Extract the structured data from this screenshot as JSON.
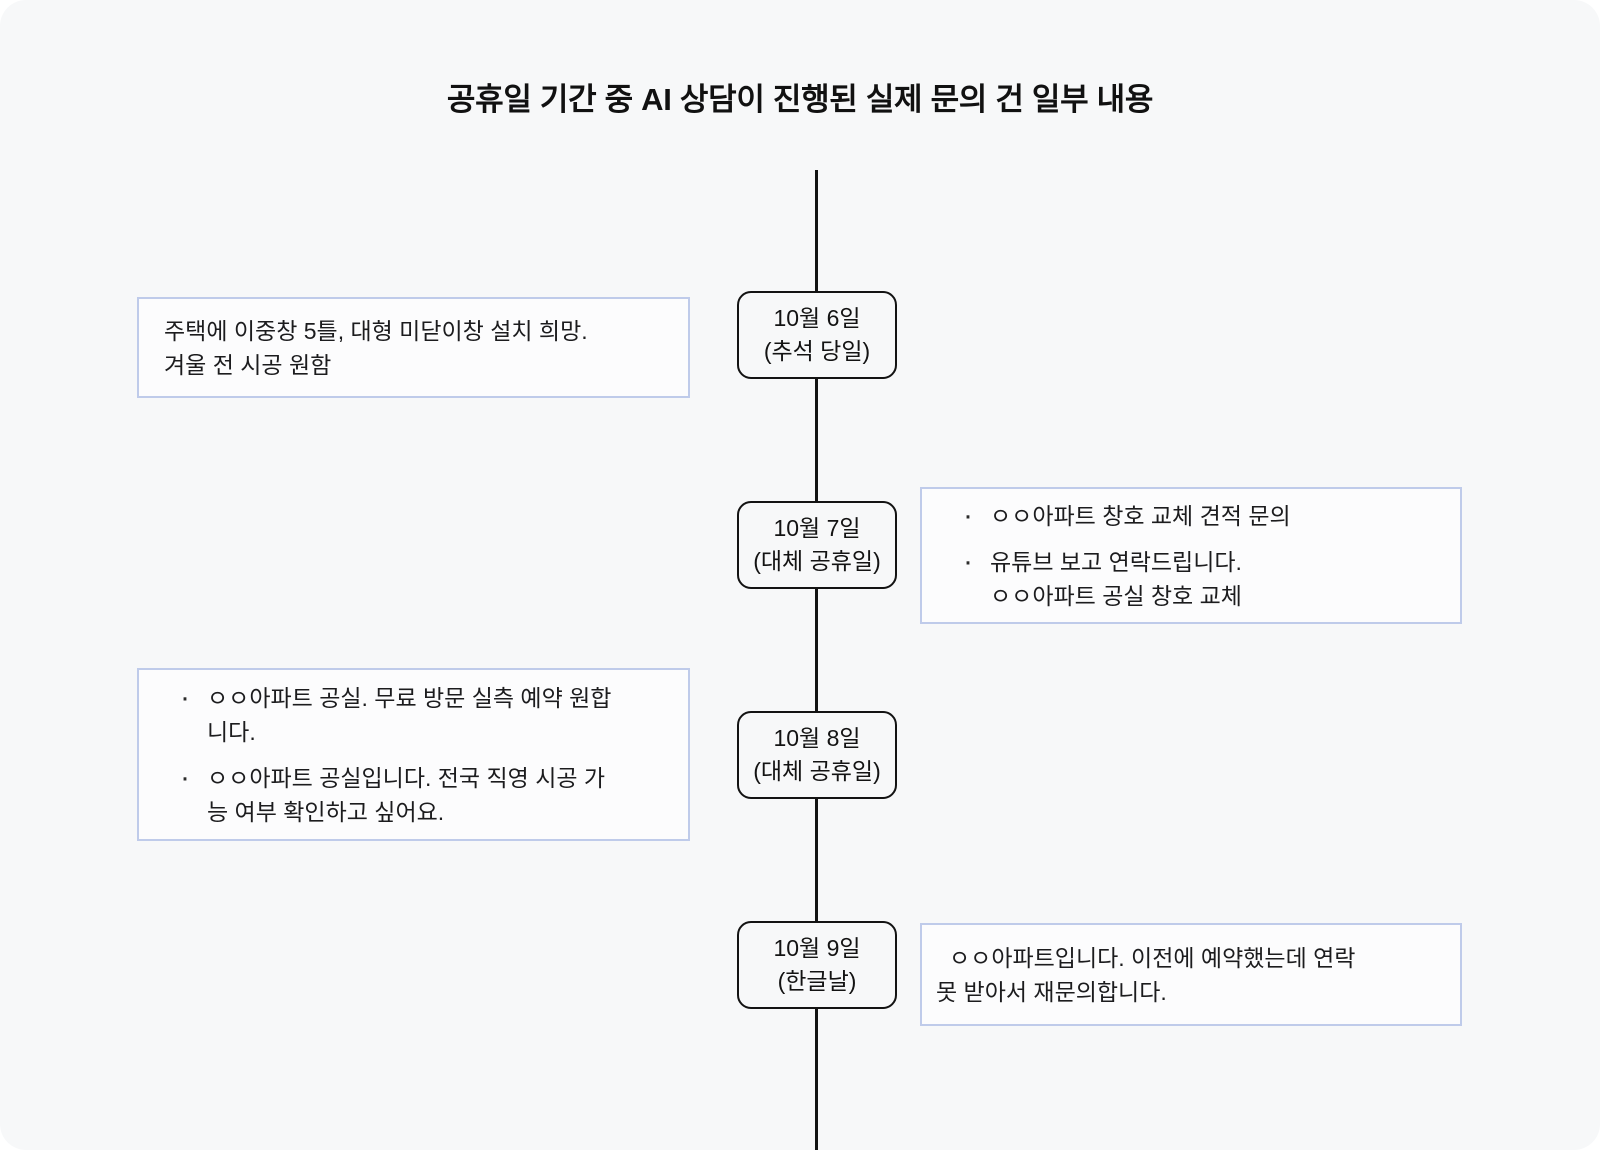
{
  "page": {
    "title": "공휴일 기간 중 AI 상담이 진행된 실제 문의 건 일부 내용"
  },
  "glyphs": {
    "bullet": "·"
  },
  "colors": {
    "card_background": "#f7f8f9",
    "timeline_line": "#131313",
    "node_border": "#131313",
    "callout_border": "#bfcbea",
    "callout_background": "#fcfcfd",
    "text": "#1c1c1e"
  },
  "timeline": {
    "nodes": [
      {
        "date": "10월 6일",
        "label": "(추석 당일)"
      },
      {
        "date": "10월 7일",
        "label": "(대체 공휴일)"
      },
      {
        "date": "10월 8일",
        "label": "(대체 공휴일)"
      },
      {
        "date": "10월 9일",
        "label": "(한글날)"
      }
    ]
  },
  "callouts": [
    {
      "position": "left",
      "node_date": "10월 6일",
      "paragraph_lines": [
        "주택에 이중창 5틀, 대형 미닫이창 설치 희망.",
        "겨울 전 시공 원함"
      ]
    },
    {
      "position": "right",
      "node_date": "10월 7일",
      "bullets": [
        {
          "lines": [
            "ㅇㅇ아파트 창호 교체 견적 문의"
          ]
        },
        {
          "lines": [
            "유튜브 보고 연락드립니다.",
            "ㅇㅇ아파트 공실 창호 교체"
          ]
        }
      ]
    },
    {
      "position": "left",
      "node_date": "10월 8일",
      "bullets": [
        {
          "lines": [
            "ㅇㅇ아파트 공실. 무료 방문 실측 예약 원합",
            "니다."
          ]
        },
        {
          "lines": [
            "ㅇㅇ아파트 공실입니다. 전국 직영 시공 가",
            "능 여부 확인하고 싶어요."
          ]
        }
      ]
    },
    {
      "position": "right",
      "node_date": "10월 9일",
      "paragraph_lines": [
        "ㅇㅇ아파트입니다. 이전에 예약했는데 연락",
        "못 받아서 재문의합니다."
      ]
    }
  ]
}
